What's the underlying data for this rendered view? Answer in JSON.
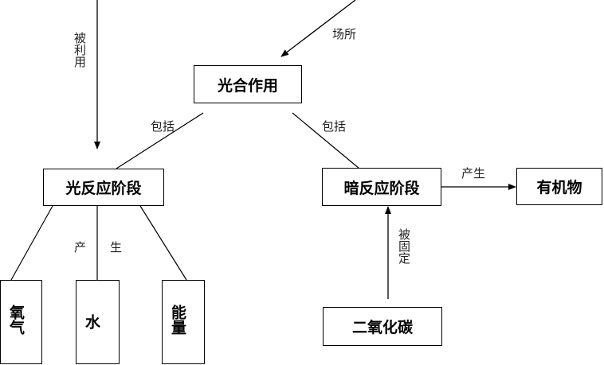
{
  "nodes": {
    "photosynthesis": "光合作用",
    "light_reaction": "光反应阶段",
    "dark_reaction": "暗反应阶段",
    "organic_matter": "有机物",
    "oxygen": "氧气",
    "water": "水",
    "energy": "能量",
    "carbon_dioxide": "二氧化碳"
  },
  "labels": {
    "used_by": "被利用",
    "site": "场所",
    "include_left": "包括",
    "include_right": "包括",
    "produce_left": "产",
    "produce_right": "生",
    "produce_dark": "产生",
    "fixed": "被固定"
  }
}
